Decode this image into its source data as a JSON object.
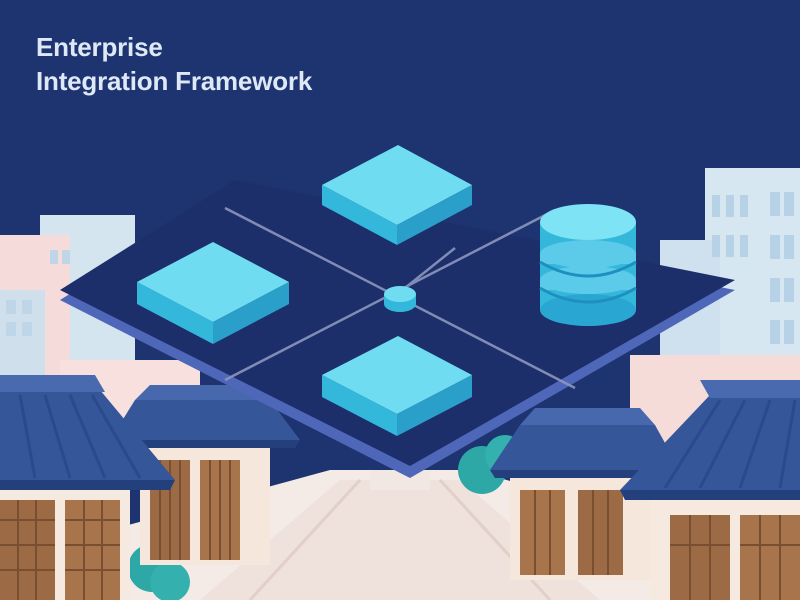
{
  "title": {
    "line1": "Enterprise",
    "line2": "Integration Framework"
  },
  "illustration": {
    "subject": "isometric-platform-with-blocks-and-database-over-hanok-street",
    "colors": {
      "sky": "#1e3470",
      "platform": "#1c2f6a",
      "platform_edge": "#4f67b8",
      "block_top": "#6fdcf2",
      "block_side": "#33b8dc",
      "roof": "#36569a",
      "wood": "#9c6a45",
      "building_pink": "#f6dada",
      "building_blue": "#d6e6f0",
      "tree": "#2ea7a7"
    }
  }
}
